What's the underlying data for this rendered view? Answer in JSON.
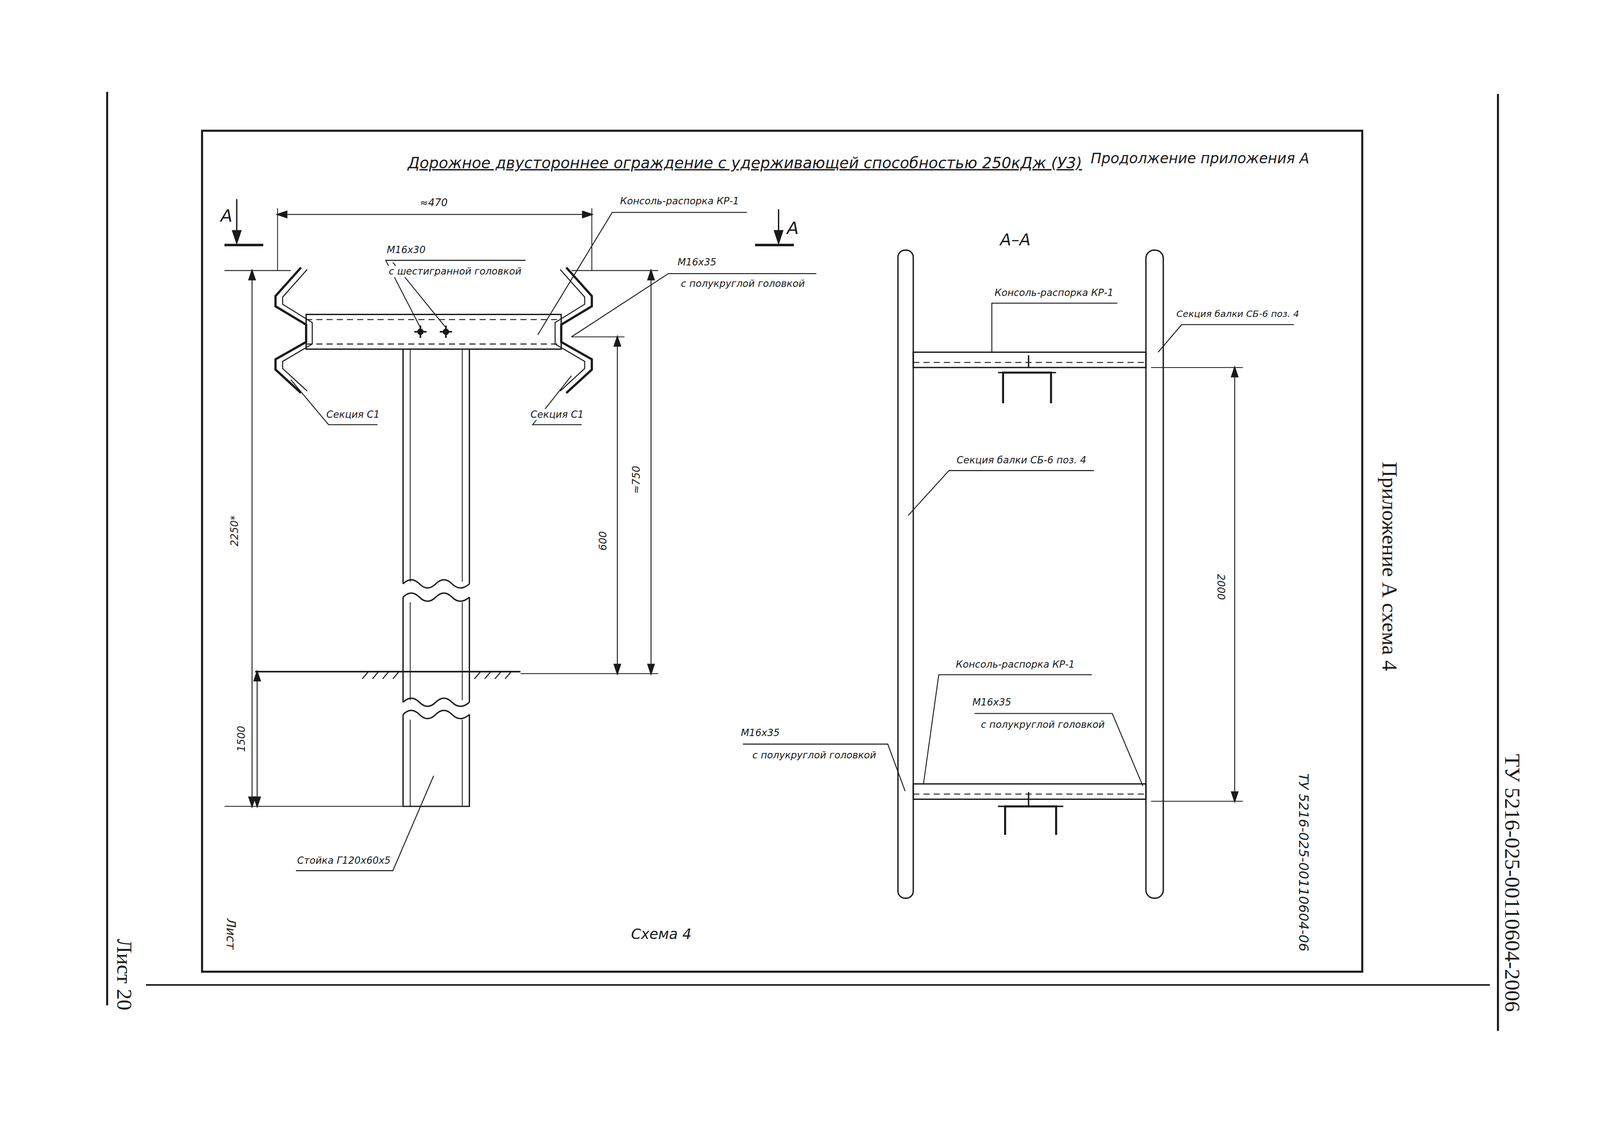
{
  "diagram": {
    "title": "Дорожное двустороннее ограждение с удерживающей способностью 250кДж (У3)",
    "labels": [
      "Продолжение приложения А",
      "А",
      "А",
      "≈470",
      "Консоль-распорка КР-1",
      "М16х30",
      "с шестигранной головкой",
      "М16х35",
      "с полукруглой головкой",
      "Секция С1",
      "Секция С1",
      "2250*",
      "≈750",
      "600",
      "1500",
      "Стойка Г120х60х5",
      "А–А",
      "Консоль-распорка КР-1",
      "Секция балки СБ-6 поз. 4",
      "Секция балки СБ-6 поз. 4",
      "2000",
      "Консоль-распорка КР-1",
      "М16х35",
      "с полукруглой головкой",
      "М16х35",
      "с полукруглой головкой",
      "ТУ 5216-025-00110604-06",
      "Схема 4",
      "Лист",
      "ТУ 5216-025-00110604-2006",
      "Приложение А схема 4",
      "Лист 20"
    ]
  }
}
